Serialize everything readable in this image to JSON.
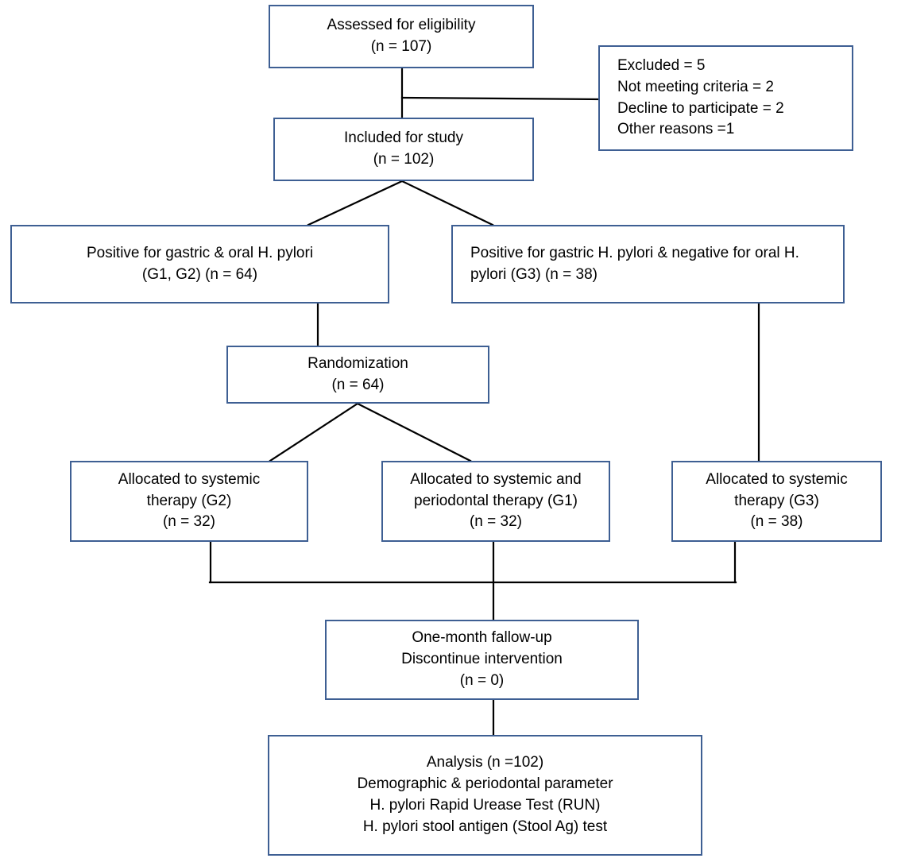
{
  "diagram": {
    "title": "CONSORT participant flow diagram",
    "colors": {
      "box_border": "#3e5f93",
      "connector": "#000000",
      "background": "#ffffff",
      "text": "#000000"
    },
    "nodes": {
      "assessed": {
        "name": "assessed-for-eligibility",
        "align": "center",
        "lines": [
          "Assessed for eligibility",
          "(n = 107)"
        ]
      },
      "excluded": {
        "name": "excluded",
        "align": "left",
        "lines": [
          "Excluded = 5",
          "Not meeting criteria = 2",
          "Decline to participate = 2",
          "Other reasons =1"
        ]
      },
      "included": {
        "name": "included-for-study",
        "align": "center",
        "lines": [
          "Included for study",
          "(n = 102)"
        ]
      },
      "positive_both": {
        "name": "positive-gastric-and-oral",
        "align": "center",
        "lines": [
          "Positive for gastric & oral H. pylori",
          "(G1, G2) (n = 64)"
        ]
      },
      "positive_gastric_only": {
        "name": "positive-gastric-negative-oral",
        "align": "left",
        "lines": [
          "Positive for gastric H. pylori & negative for oral H. pylori (G3) (n = 38)"
        ]
      },
      "randomization": {
        "name": "randomization",
        "align": "center",
        "lines": [
          "Randomization",
          "(n = 64)"
        ]
      },
      "alloc_g2": {
        "name": "allocated-systemic-g2",
        "align": "center",
        "lines": [
          "Allocated to systemic",
          "therapy (G2)",
          "(n = 32)"
        ]
      },
      "alloc_g1": {
        "name": "allocated-systemic-periodontal-g1",
        "align": "center",
        "lines": [
          "Allocated to systemic and",
          "periodontal therapy (G1)",
          "(n = 32)"
        ]
      },
      "alloc_g3": {
        "name": "allocated-systemic-g3",
        "align": "center",
        "lines": [
          "Allocated to systemic",
          "therapy (G3)",
          "(n = 38)"
        ]
      },
      "followup": {
        "name": "one-month-follow-up",
        "align": "center",
        "lines": [
          "One-month fallow-up",
          "Discontinue intervention",
          "(n = 0)"
        ]
      },
      "analysis": {
        "name": "analysis",
        "align": "center",
        "lines": [
          "Analysis (n =102)",
          "Demographic & periodontal parameter",
          "H. pylori Rapid Urease Test (RUN)",
          "H. pylori stool antigen (Stool Ag) test"
        ]
      }
    }
  }
}
